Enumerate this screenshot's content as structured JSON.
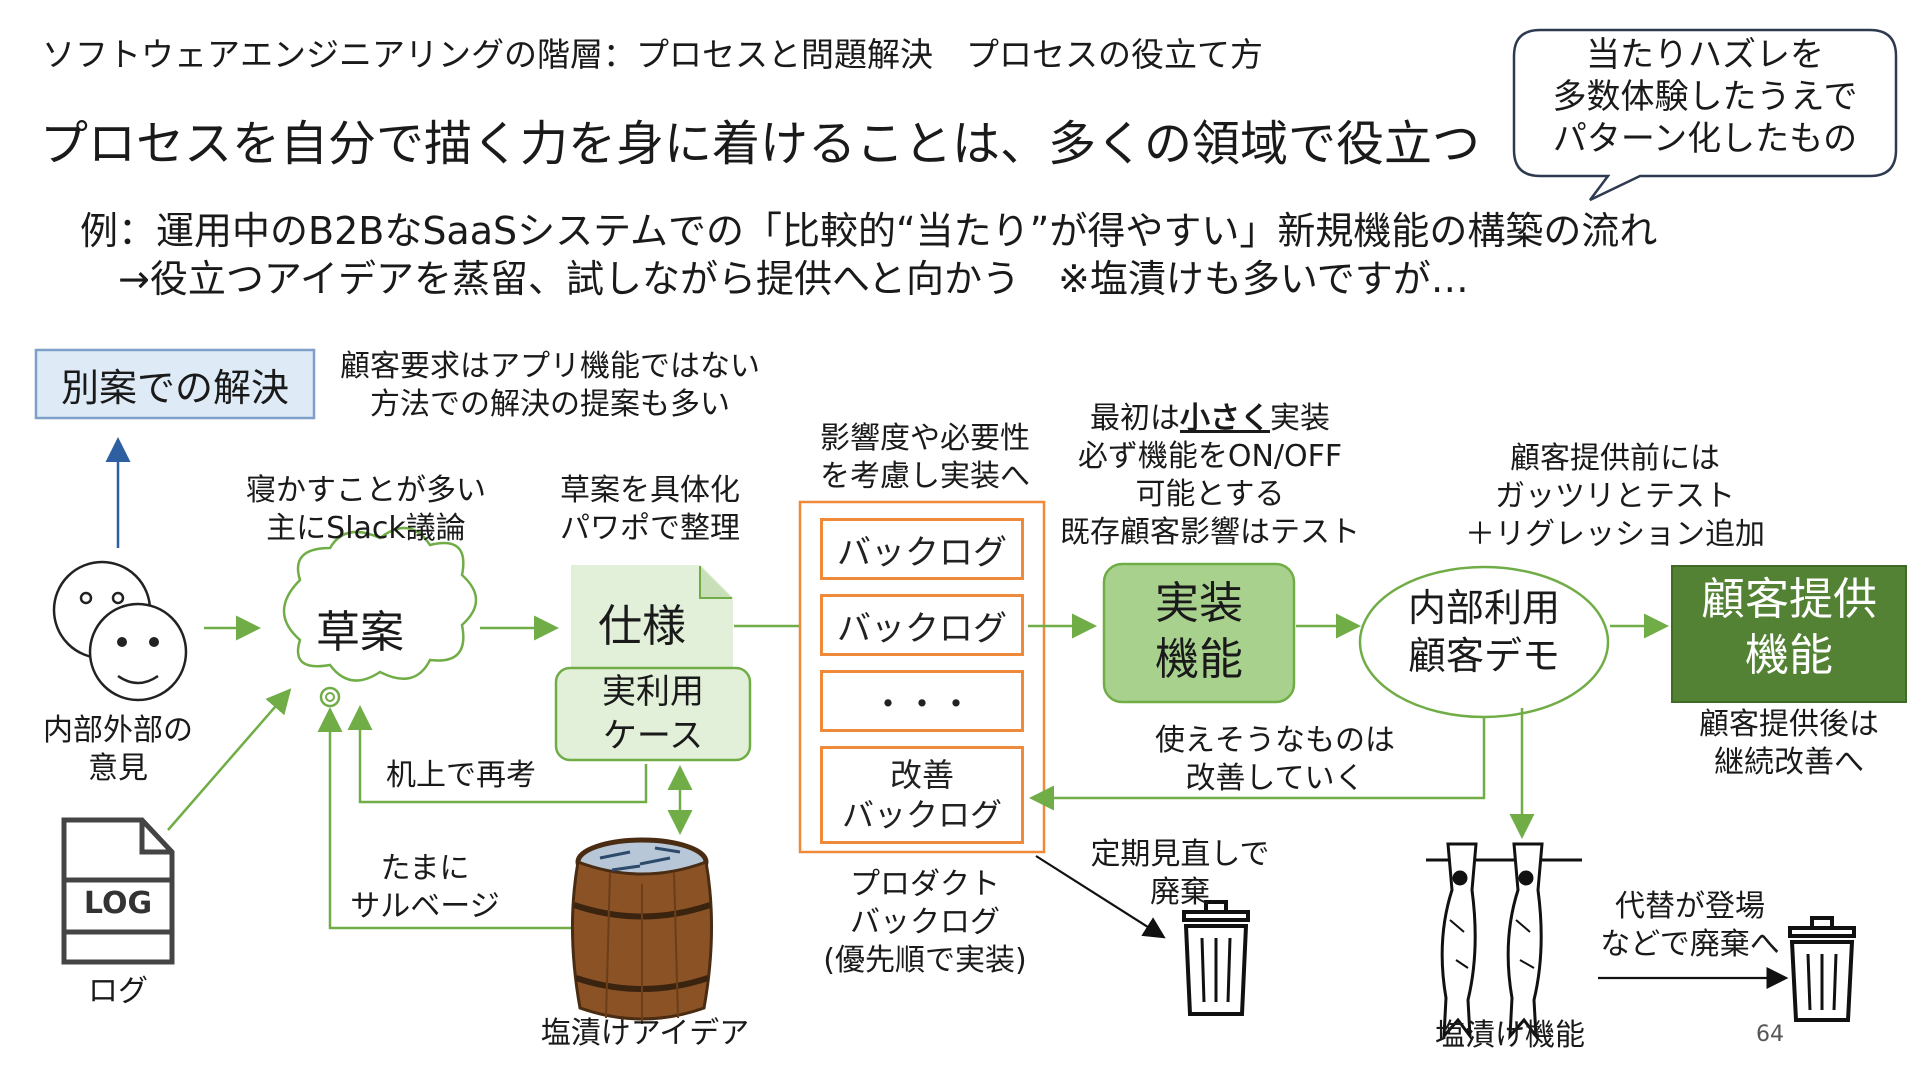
{
  "header": {
    "breadcrumb": "ソフトウェアエンジニアリングの階層：プロセスと問題解決　プロセスの役立て方",
    "title": "プロセスを自分で描く力を身に着けることは、多くの領域で役立つ",
    "example_line1": "例：運用中のB2BなSaaSシステムでの「比較的“当たり”が得やすい」新規機能の構築の流れ",
    "example_line2": "→役立つアイデアを蒸留、試しながら提供へと向かう　※塩漬けも多いですが…",
    "callout": [
      "当たりハズレを",
      "多数体験したうえで",
      "パターン化したもの"
    ]
  },
  "diagram": {
    "alt_solution": "別案での解決",
    "alt_note": [
      "顧客要求はアプリ機能ではない",
      "方法での解決の提案も多い"
    ],
    "opinions_label": [
      "内部外部の",
      "意見"
    ],
    "log_icon_text": "LOG",
    "log_label": "ログ",
    "draft_note": [
      "寝かすことが多い",
      "主にSlack議論"
    ],
    "draft": "草案",
    "spec_note": [
      "草案を具体化",
      "パワポで整理"
    ],
    "spec": "仕様",
    "usecase": [
      "実利用",
      "ケース"
    ],
    "rethink": "机上で再考",
    "salvage": [
      "たまに",
      "サルベージ"
    ],
    "salted_ideas": "塩漬けアイデア",
    "backlog_note": [
      "影響度や必要性",
      "を考慮し実装へ"
    ],
    "backlog_items": [
      "バックログ",
      "バックログ",
      "・・・"
    ],
    "improvement_backlog": [
      "改善",
      "バックログ"
    ],
    "product_backlog": [
      "プロダクト",
      "バックログ",
      "(優先順で実装)"
    ],
    "discard_note": [
      "定期見直しで",
      "廃棄"
    ],
    "implement_note_pre": "最初は",
    "implement_note_emph": "小さく",
    "implement_note_post": "実装",
    "implement_note_rest": [
      "必ず機能をON/OFF",
      "可能とする",
      "既存顧客影響はテスト"
    ],
    "implemented": [
      "実装",
      "機能"
    ],
    "demo": [
      "内部利用",
      "顧客デモ"
    ],
    "improve_note": [
      "使えそうなものは",
      "改善していく"
    ],
    "release_note": [
      "顧客提供前には",
      "ガッツリとテスト",
      "＋リグレッション追加"
    ],
    "released": [
      "顧客提供",
      "機能"
    ],
    "after_release": [
      "顧客提供後は",
      "継続改善へ"
    ],
    "salted_features": "塩漬け機能",
    "replace_note": [
      "代替が登場",
      "などで廃棄へ"
    ]
  },
  "page_number": "64",
  "colors": {
    "green_arrow": "#70ad47",
    "green_light": "#e2efd9",
    "green_mid": "#a9d18e",
    "green_dark": "#548235",
    "orange": "#ee8a3a",
    "blue_arrow": "#2e5fa0",
    "blue_box": "#deebf7",
    "blue_border": "#7d9fc8"
  }
}
